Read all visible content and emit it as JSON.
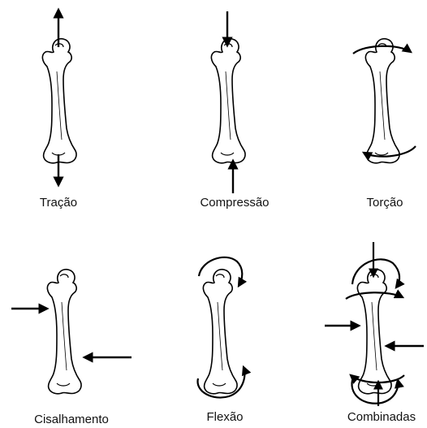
{
  "colors": {
    "ink": "#000000",
    "bone_fill": "#ffffff",
    "background": "#ffffff"
  },
  "panels": [
    {
      "id": "tracao",
      "label": "Tração"
    },
    {
      "id": "compressao",
      "label": "Compressão"
    },
    {
      "id": "torcao",
      "label": "Torção"
    },
    {
      "id": "cisalhamento",
      "label": "Cisalhamento"
    },
    {
      "id": "flexao",
      "label": "Flexão"
    },
    {
      "id": "combinadas",
      "label": "Combinadas"
    }
  ]
}
